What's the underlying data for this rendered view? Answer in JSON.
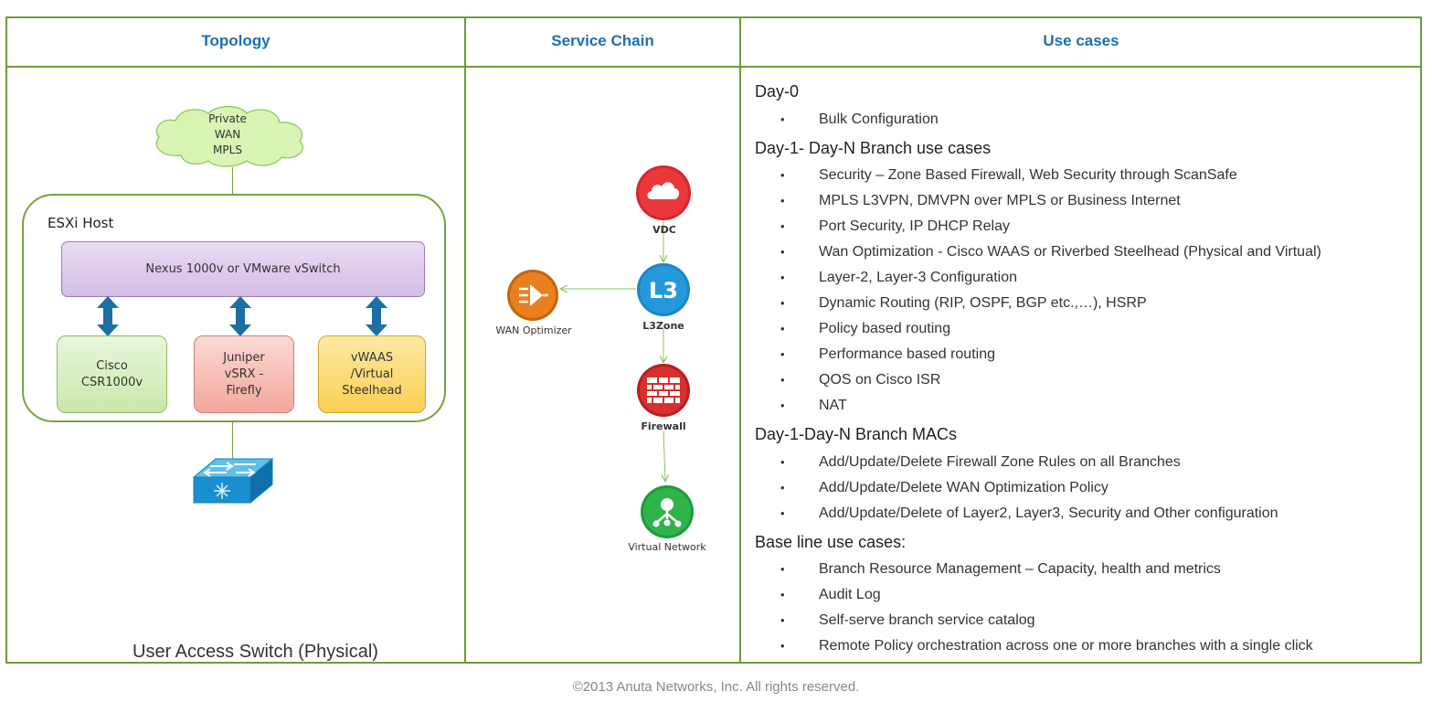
{
  "headers": {
    "topology": "Topology",
    "service_chain": "Service Chain",
    "use_cases": "Use cases"
  },
  "topology": {
    "cloud_line1": "Private",
    "cloud_line2": "WAN",
    "cloud_line3": "MPLS",
    "host_label": "ESXi Host",
    "vswitch_label": "Nexus 1000v or VMware vSwitch",
    "vm_cisco": "Cisco\nCSR1000v",
    "vm_juniper": "Juniper\nvSRX -\nFirefly",
    "vm_vwaas": "vWAAS\n/Virtual\nSteelhead",
    "switch_label": "User Access Switch (Physical)"
  },
  "service_chain": {
    "vdc": "VDC",
    "l3zone": "L3Zone",
    "l3_glyph": "L3",
    "wan_optimizer": "WAN Optimizer",
    "firewall": "Firewall",
    "virtual_network": "Virtual Network"
  },
  "use_cases": [
    {
      "heading": "Day-0",
      "items": [
        "Bulk Configuration"
      ]
    },
    {
      "heading": "Day-1- Day-N Branch use cases",
      "items": [
        "Security – Zone Based Firewall, Web Security through ScanSafe",
        "MPLS L3VPN, DMVPN over MPLS or Business Internet",
        "Port Security, IP DHCP Relay",
        "Wan Optimization - Cisco WAAS or Riverbed Steelhead (Physical and Virtual)",
        "Layer-2, Layer-3 Configuration",
        "Dynamic Routing (RIP, OSPF, BGP etc.,…), HSRP",
        "Policy based routing",
        "Performance based routing",
        "QOS on Cisco ISR",
        "NAT"
      ]
    },
    {
      "heading": "Day-1-Day-N Branch MACs",
      "items": [
        "Add/Update/Delete Firewall Zone Rules on all Branches",
        "Add/Update/Delete WAN Optimization Policy",
        "Add/Update/Delete of Layer2, Layer3, Security and Other configuration"
      ]
    },
    {
      "heading": "Base line use cases:",
      "items": [
        "Branch Resource Management – Capacity, health and metrics",
        "Audit Log",
        "Self-serve branch service catalog",
        "Remote Policy orchestration across one or more branches with a single click"
      ]
    }
  ],
  "bullet": "•",
  "footer": "©2013 Anuta Networks, Inc. All rights reserved.",
  "colors": {
    "header_text": "#1b6fb5",
    "border": "#6f9a3a",
    "vdc": "#d9262b",
    "l3zone": "#1d8fd0",
    "wan_optimizer": "#e1771e",
    "firewall": "#c8252a",
    "virtual_network": "#27a844"
  }
}
